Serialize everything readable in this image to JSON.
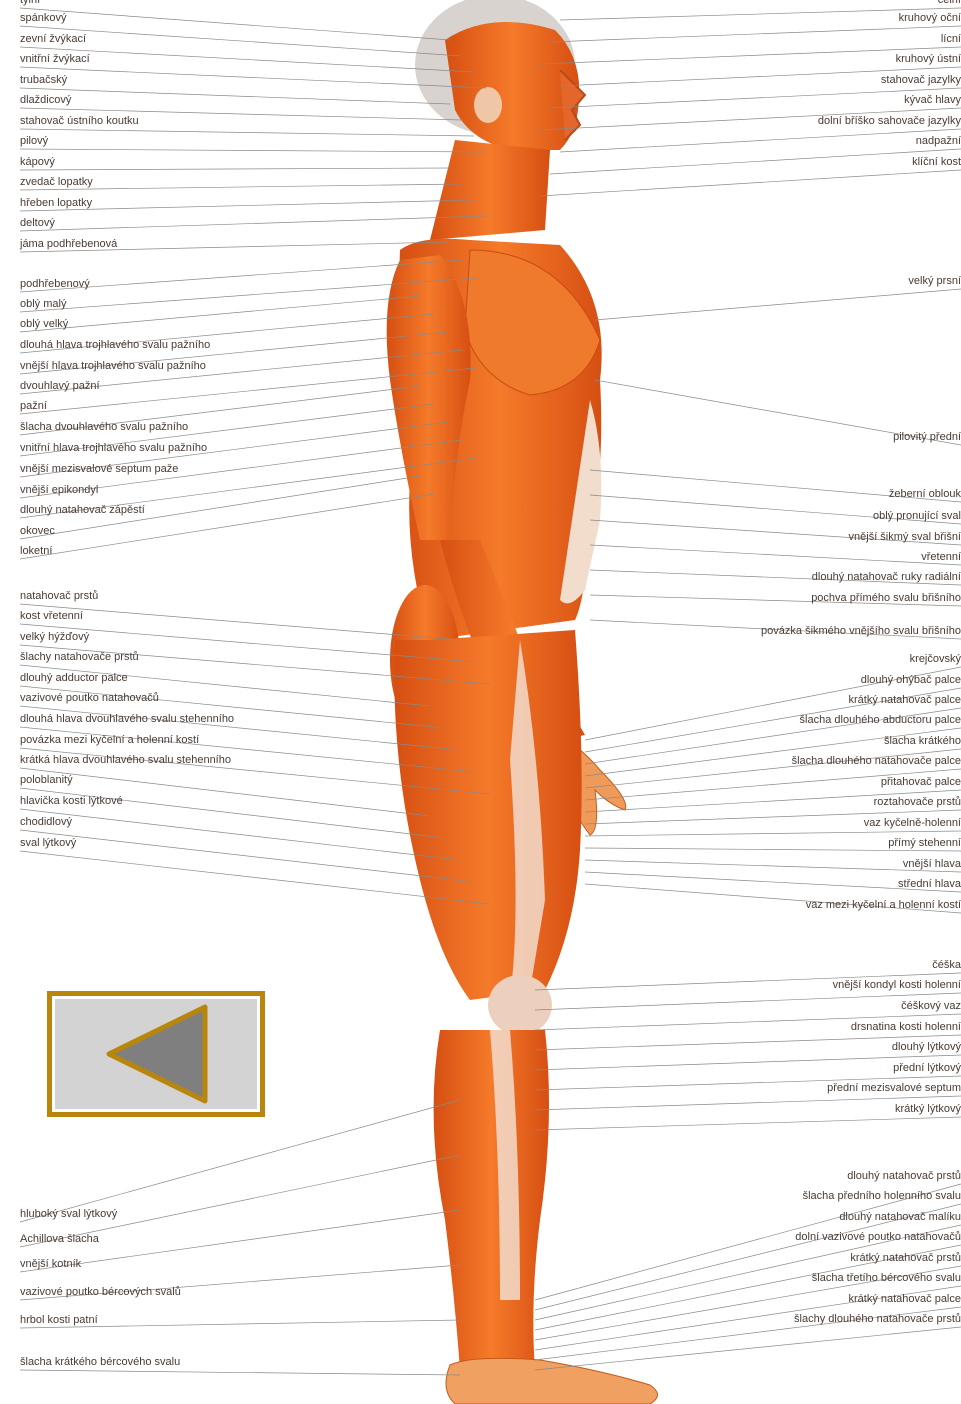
{
  "left_labels": [
    "týlní",
    "spánkový",
    "zevní žvýkací",
    "vnitřní žvýkací",
    "trubačský",
    "dlaždicový",
    "stahovač ústního koutku",
    "pilový",
    "kápový",
    "zvedač lopatky",
    "hřeben lopatky",
    "deltový",
    "jáma podhřebenová",
    "podhřebenový",
    "oblý malý",
    "oblý velký",
    "dlouhá hlava trojhlavého svalu pažního",
    "vnější hlava trojhlavého svalu pažního",
    "dvouhlavý pažní",
    "pažní",
    "šlacha dvouhlavého svalu pažního",
    "vnitřní hlava trojhlavého svalu pažního",
    "vnější mezisvalové septum paže",
    "vnější epikondyl",
    "dlouhý natahovač zápěstí",
    "okovec",
    "loketní",
    "natahovač prstů",
    "kost vřetenní",
    "velký hýžďový",
    "šlachy natahovače prstů",
    "dlouhý adductor palce",
    "vazivové poutko natahovačů",
    "dlouhá hlava dvouhlavého svalu stehenního",
    "povázka mezi kyčelní a holenní kostí",
    "krátká hlava dvouhlavého svalu stehenního",
    "poloblanitý",
    "hlavička kosti lýtkové",
    "chodidlový",
    "sval lýtkový",
    "hluboký sval lýtkový",
    "Achillova šlacha",
    "vnější kotník",
    "vazivové poutko bércových svalů",
    "hrbol kosti patní",
    "šlacha krátkého bércového svalu"
  ],
  "right_labels": [
    "čelní",
    "kruhový oční",
    "lícní",
    "kruhový ústní",
    "stahovač jazylky",
    "kývač hlavy",
    "dolní bříško sahovače jazylky",
    "nadpažní",
    "klíční kost",
    "velký prsní",
    "pilovitý přední",
    "žeberní oblouk",
    "oblý pronující sval",
    "vnější šikmý sval břišní",
    "vřetenní",
    "dlouhý natahovač ruky radiální",
    "pochva přímého svalu břišního",
    "povázka šikmého vnějšího svalu břišního",
    "krejčovský",
    "dlouhý ohýbač palce",
    "krátký natahovač palce",
    "šlacha dlouhého abductoru palce",
    "šlacha krátkého",
    "šlacha dlouhého natahovače palce",
    "přitahovač palce",
    "roztahovače prstů",
    "vaz kyčelně-holenní",
    "přímý stehenní",
    "vnější hlava",
    "střední hlava",
    "vaz mezi kyčelní a holenní kostí",
    "čéška",
    "vnější kondyl kosti holenní",
    "čéškový vaz",
    "drsnatina kosti holenní",
    "dlouhý lýtkový",
    "přední lýtkový",
    "přední mezisvalové septum",
    "krátký lýtkový",
    "dlouhý natahovač prstů",
    "šlacha předního holenního svalu",
    "dlouhý natahovač malíku",
    "dolní vazivové poutko natahovačů",
    "krátký natahovač prstů",
    "šlacha třetího bércového svalu",
    "krátký natahovač palce",
    "šlachy dlouhého natahovače prstů"
  ],
  "colors": {
    "muscle": "#ee6a1e",
    "muscle_dark": "#c9450e",
    "tendon": "#f3e3d6",
    "line": "#8a8a8a",
    "button_frame": "#b8860b",
    "button_fill": "#d3d3d3",
    "arrow_fill": "#7f7f7f"
  },
  "icons": {
    "back": "left-triangle-icon"
  }
}
